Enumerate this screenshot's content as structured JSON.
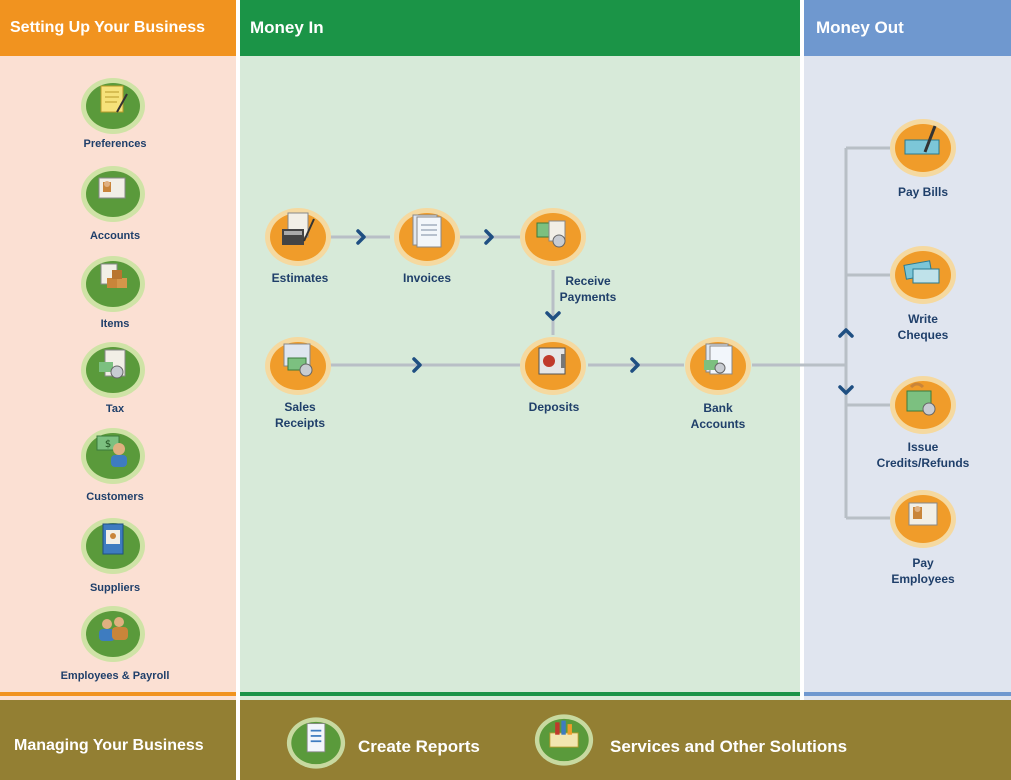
{
  "sections": {
    "setup": "Setting Up Your Business",
    "money_in": "Money In",
    "money_out": "Money Out",
    "managing": "Managing Your Business"
  },
  "setup_items": [
    "Preferences",
    "Accounts",
    "Items",
    "Tax",
    "Customers",
    "Suppliers",
    "Employees & Payroll"
  ],
  "money_in": {
    "estimates": "Estimates",
    "invoices": "Invoices",
    "receive_payments": "Receive\nPayments",
    "sales_receipts": "Sales\nReceipts",
    "deposits": "Deposits",
    "bank_accounts": "Bank\nAccounts"
  },
  "money_out": {
    "pay_bills": "Pay Bills",
    "write_cheques": "Write\nCheques",
    "issue_credits": "Issue\nCredits/Refunds",
    "pay_employees": "Pay\nEmployees"
  },
  "footer": {
    "create_reports": "Create Reports",
    "services": "Services and Other Solutions"
  },
  "colors": {
    "setup_header": "#f1931f",
    "setup_bg": "#fbe0d3",
    "money_in_header": "#1b9447",
    "money_in_bg": "#d7ead9",
    "money_out_header": "#6f98cf",
    "money_out_bg": "#e0e5ef",
    "footer": "#937f33",
    "text": "#1f3f6a"
  },
  "icons": {
    "preferences": "preferences-icon",
    "accounts": "accounts-icon",
    "items": "items-icon",
    "tax": "tax-icon",
    "customers": "customers-icon",
    "suppliers": "suppliers-icon",
    "employees": "employees-icon",
    "estimates": "estimates-icon",
    "invoices": "invoices-icon",
    "receive_payments": "receive-payments-icon",
    "sales_receipts": "sales-receipts-icon",
    "deposits": "deposits-icon",
    "bank_accounts": "bank-accounts-icon",
    "pay_bills": "pay-bills-icon",
    "write_cheques": "write-cheques-icon",
    "issue_credits": "issue-credits-icon",
    "pay_employees": "pay-employees-icon",
    "create_reports": "create-reports-icon",
    "services": "services-icon"
  }
}
